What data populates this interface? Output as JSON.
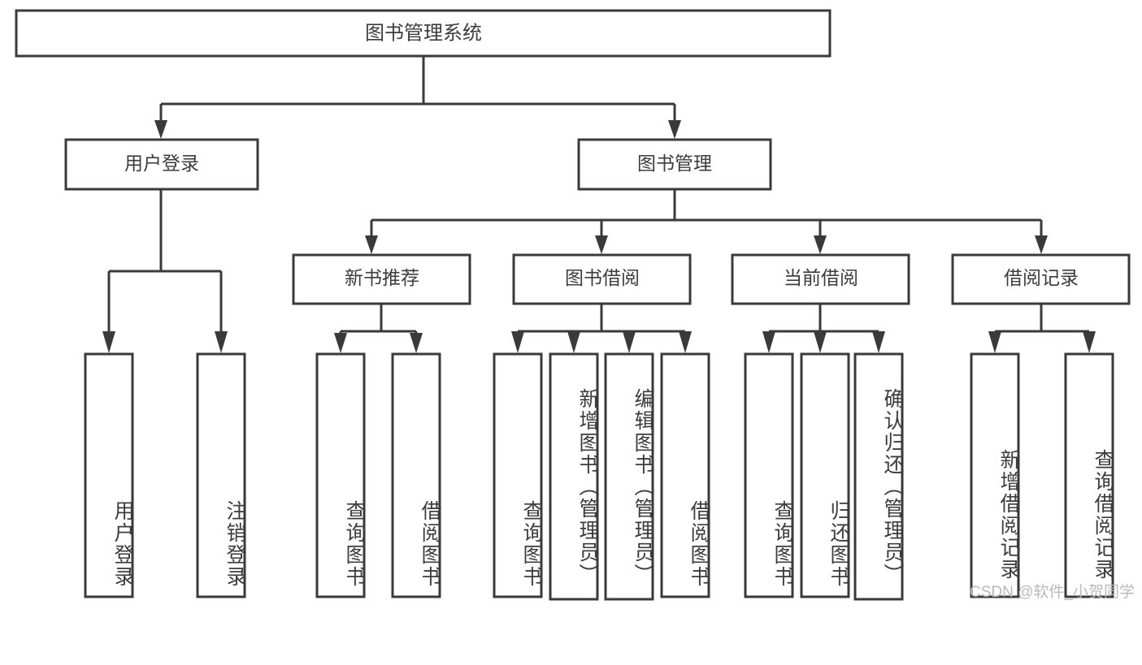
{
  "diagram": {
    "title": "图书管理系统",
    "type": "hierarchy-tree",
    "orientation": "top-down",
    "colors": {
      "stroke": "#3a3a3a",
      "box_fill": "#ffffff",
      "text": "#3c3c3c",
      "background": "#ffffff",
      "watermark": "#b9b9b9"
    },
    "levels": [
      {
        "level": 0,
        "nodes": [
          {
            "id": "root",
            "label": "图书管理系统",
            "orientation": "horizontal"
          }
        ]
      },
      {
        "level": 1,
        "nodes": [
          {
            "id": "user-login",
            "label": "用户登录",
            "orientation": "horizontal",
            "parent": "root"
          },
          {
            "id": "book-manage",
            "label": "图书管理",
            "orientation": "horizontal",
            "parent": "root"
          }
        ]
      },
      {
        "level": 2,
        "nodes": [
          {
            "id": "new-book-rec",
            "label": "新书推荐",
            "orientation": "horizontal",
            "parent": "book-manage"
          },
          {
            "id": "book-borrow",
            "label": "图书借阅",
            "orientation": "horizontal",
            "parent": "book-manage"
          },
          {
            "id": "current-borrow",
            "label": "当前借阅",
            "orientation": "horizontal",
            "parent": "book-manage"
          },
          {
            "id": "borrow-record",
            "label": "借阅记录",
            "orientation": "horizontal",
            "parent": "book-manage"
          }
        ]
      },
      {
        "level": 3,
        "nodes": [
          {
            "id": "leaf-user-login",
            "label": "用户登录",
            "orientation": "vertical",
            "parent": "user-login"
          },
          {
            "id": "leaf-logout",
            "label": "注销登录",
            "orientation": "vertical",
            "parent": "user-login"
          },
          {
            "id": "leaf-query-book-1",
            "label": "查询图书",
            "orientation": "vertical",
            "parent": "new-book-rec"
          },
          {
            "id": "leaf-borrow-book-1",
            "label": "借阅图书",
            "orientation": "vertical",
            "parent": "new-book-rec"
          },
          {
            "id": "leaf-query-book-2",
            "label": "查询图书",
            "orientation": "vertical",
            "parent": "book-borrow"
          },
          {
            "id": "leaf-add-book",
            "label": "新增图书（管理员）",
            "orientation": "vertical",
            "parent": "book-borrow"
          },
          {
            "id": "leaf-edit-book",
            "label": "编辑图书（管理员）",
            "orientation": "vertical",
            "parent": "book-borrow"
          },
          {
            "id": "leaf-borrow-book-2",
            "label": "借阅图书",
            "orientation": "vertical",
            "parent": "book-borrow"
          },
          {
            "id": "leaf-query-book-3",
            "label": "查询图书",
            "orientation": "vertical",
            "parent": "current-borrow"
          },
          {
            "id": "leaf-return-book",
            "label": "归还图书",
            "orientation": "vertical",
            "parent": "current-borrow"
          },
          {
            "id": "leaf-confirm-return",
            "label": "确认归还（管理员）",
            "orientation": "vertical",
            "parent": "current-borrow"
          },
          {
            "id": "leaf-add-record",
            "label": "新增借阅记录",
            "orientation": "vertical",
            "parent": "borrow-record"
          },
          {
            "id": "leaf-query-record",
            "label": "查询借阅记录",
            "orientation": "vertical",
            "parent": "borrow-record"
          }
        ]
      }
    ]
  },
  "watermark": {
    "text": "CSDN @软件_小贺同学"
  }
}
